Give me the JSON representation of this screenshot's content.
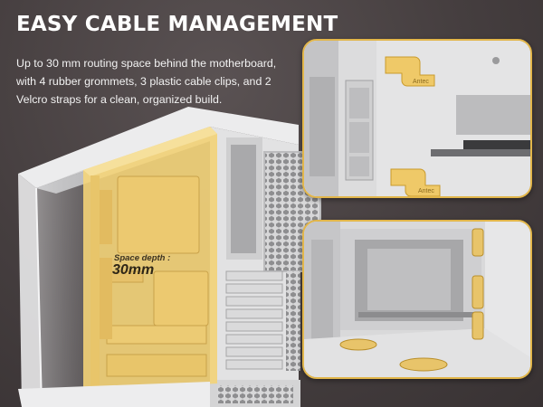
{
  "headline": "EASY CABLE MANAGEMENT",
  "description": "Up to 30 mm routing space behind the motherboard, with 4 rubber grommets, 3 plastic cable clips, and 2 Velcro straps for a clean, organized build.",
  "space_depth_label": "Space depth :",
  "space_depth_value": "30mm",
  "clip_brand": "Antec",
  "colors": {
    "background": "#4b4445",
    "accent_gold": "#e2b64a",
    "highlight_yellow": "#f2d27a",
    "case_white": "#e6e6e7"
  }
}
